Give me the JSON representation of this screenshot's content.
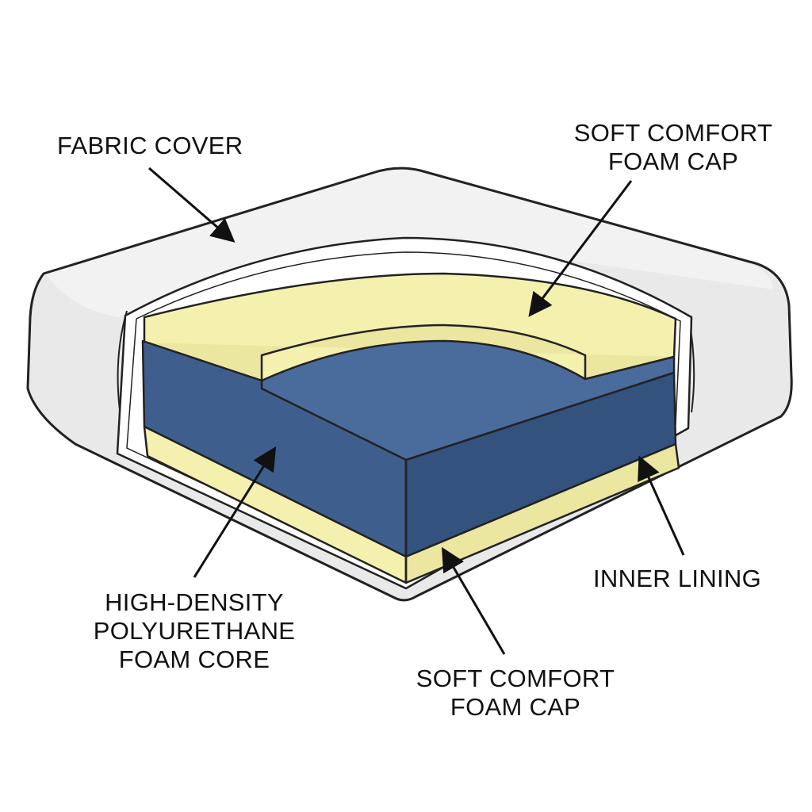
{
  "labels": {
    "fabric_cover": "FABRIC COVER",
    "top_cap": [
      "SOFT COMFORT",
      "FOAM CAP"
    ],
    "core": [
      "HIGH-DENSITY",
      "POLYURETHANE",
      "FOAM CORE"
    ],
    "inner_lining": "INNER LINING",
    "bottom_cap": [
      "SOFT COMFORT",
      "FOAM CAP"
    ]
  },
  "colors": {
    "cover": "#e9e9e9",
    "cover_light": "#f4f4f4",
    "foam_cap": "#f4f0ae",
    "foam_cap_shade": "#ebe6a0",
    "core": "#3e5f8e",
    "core_top": "#4a6c9c",
    "core_shade": "#34527e",
    "lining": "#ffffff",
    "outline": "#222222"
  }
}
